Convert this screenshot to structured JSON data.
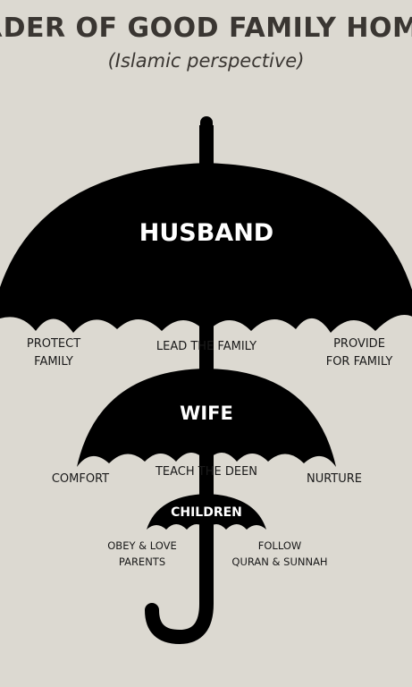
{
  "header": {
    "title": "RDER OF GOOD FAMILY HOMI",
    "subtitle": "(Islamic perspective)"
  },
  "umbrellas": {
    "husband": {
      "role": "HUSBAND",
      "duties": [
        "PROTECT\nFAMILY",
        "LEAD THE FAMILY",
        "PROVIDE\nFOR FAMILY"
      ]
    },
    "wife": {
      "role": "WIFE",
      "duties": [
        "COMFORT",
        "TEACH THE DEEN",
        "NURTURE"
      ]
    },
    "children": {
      "role": "CHILDREN",
      "duties": [
        "OBEY & LOVE\nPARENTS",
        "FOLLOW\nQURAN & SUNNAH"
      ]
    }
  },
  "colors": {
    "background": "#dcd9d1",
    "umbrella": "#000000",
    "title": "#3a3632"
  }
}
